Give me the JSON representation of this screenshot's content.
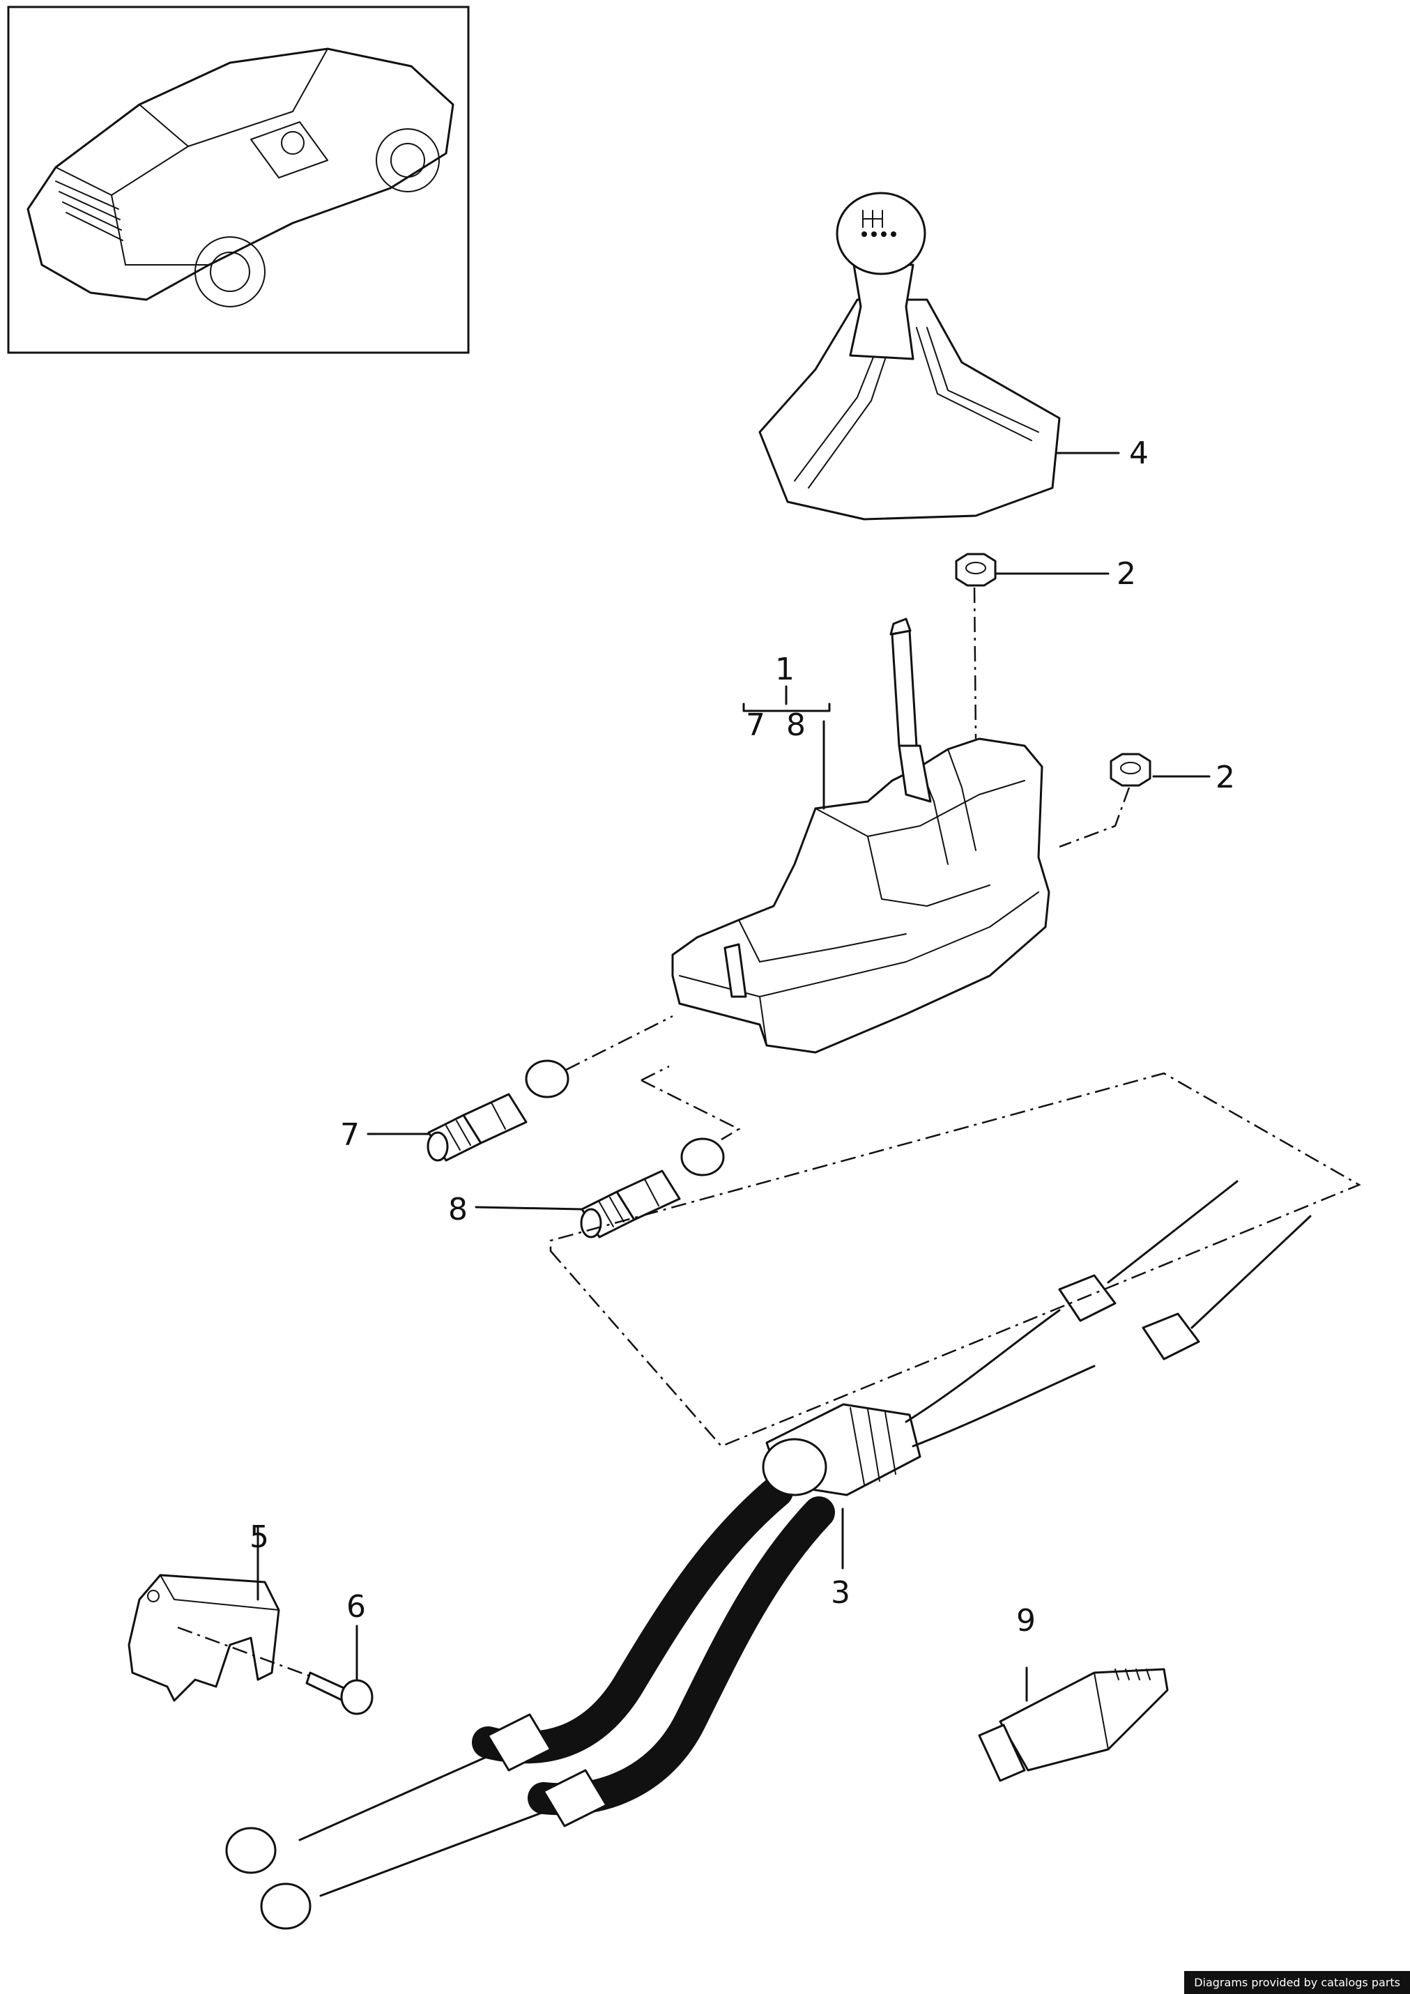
{
  "callouts": {
    "c1": "1",
    "c2a": "2",
    "c2b": "2",
    "c3": "3",
    "c4": "4",
    "c5": "5",
    "c6": "6",
    "c7": "7",
    "c8": "8",
    "c9": "9",
    "sub7": "7",
    "sub8": "8"
  },
  "credit": "Diagrams provided by catalogs parts",
  "colors": {
    "ink": "#111111",
    "paper": "#ffffff"
  }
}
